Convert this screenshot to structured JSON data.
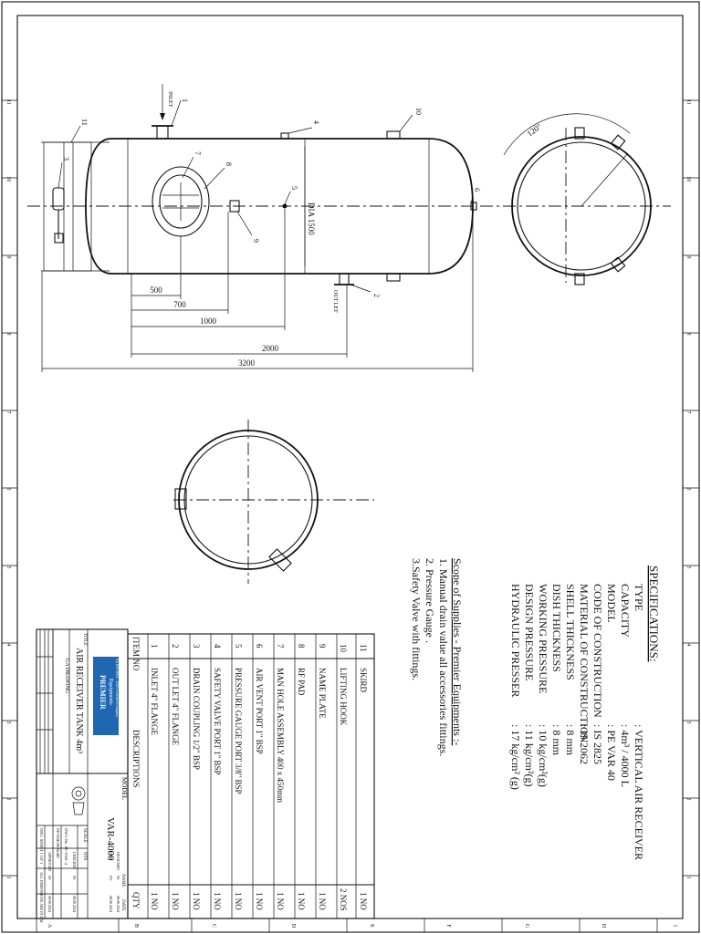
{
  "border": {
    "row_marks_left": [
      "11",
      "10",
      "9",
      "8",
      "7",
      "6",
      "5",
      "4",
      "3",
      "2",
      "1"
    ],
    "row_marks_right": [
      "11",
      "10",
      "9",
      "8",
      "7",
      "6",
      "5",
      "4",
      "3",
      "2",
      "1"
    ],
    "col_marks": [
      "A",
      "B",
      "C",
      "D",
      "E",
      "F",
      "G",
      "H",
      "I"
    ]
  },
  "elevation": {
    "inlet_label": "INLET",
    "outlet_label": "OUT LET",
    "diameter_label": "DIA 1500",
    "angle_label": "120°",
    "balloons": [
      "1",
      "2",
      "3",
      "4",
      "5",
      "6",
      "7",
      "8",
      "9",
      "10",
      "11"
    ],
    "dimensions": [
      "500",
      "700",
      "1000",
      "2000",
      "3200"
    ]
  },
  "specifications": {
    "heading": "SPECIFICATIONS:",
    "rows": [
      {
        "label": "TYPE",
        "value": ": VERTICAL AIR RECEIVER"
      },
      {
        "label": "CAPACITY",
        "value": ": 4m³ / 4000 L"
      },
      {
        "label": "MODEL",
        "value": ": PE VAR 40"
      },
      {
        "label": "CODE OF CONSTRUCTION",
        "value": ": IS 2825"
      },
      {
        "label": "MATERIAL OF CONSTRUCTION",
        "value": ": IS 2062"
      },
      {
        "label": "SHELL THICKNESS",
        "value": ": 8 mm"
      },
      {
        "label": "DISH  THICKNESS",
        "value": ": 8 mm"
      },
      {
        "label": "WORKING PRESSURE",
        "value": ": 10 kg/cm²(g)"
      },
      {
        "label": "DESIGN PRESSURE",
        "value": ": 11 kg/cm²(g)"
      },
      {
        "label": "HYDRAULIC PRESSER",
        "value": ": 17 kg/cm² (g)"
      }
    ]
  },
  "scope": {
    "heading": "Scope of Supplies - Premier Equipments :-",
    "items": [
      "1. Manual drain value all accessories fittings.",
      "2. Pressure Gauge .",
      "3.Safety Valve with fittings."
    ]
  },
  "bom": {
    "header": {
      "item": "ITEM NO",
      "desc": "DESCRIPTIONS",
      "qty": "QTY"
    },
    "rows": [
      {
        "no": "11",
        "desc": "SKIRD",
        "qty": "1 NO"
      },
      {
        "no": "10",
        "desc": "LIFTING HOOK",
        "qty": "2 NOS"
      },
      {
        "no": "9",
        "desc": "NAME PLATE",
        "qty": "1 NO"
      },
      {
        "no": "8",
        "desc": "RF PAD",
        "qty": "1 NO"
      },
      {
        "no": "7",
        "desc": "MAN HOLE ASSEMBLY 400 x 450mm",
        "qty": "1 NO"
      },
      {
        "no": "6",
        "desc": "AIR VENT PORT 1\" BSP",
        "qty": "1 NO"
      },
      {
        "no": "5",
        "desc": "PRESSURE  GAUGE PORT 3/8\" BSP",
        "qty": "1 NO"
      },
      {
        "no": "4",
        "desc": "SAFETY VALVE PORT 1\" BSP",
        "qty": "1 NO"
      },
      {
        "no": "3",
        "desc": "DRAIN COUPLING 1/2\" BSP",
        "qty": "1 NO"
      },
      {
        "no": "2",
        "desc": "OUT LET 4\" FLANGE",
        "qty": "1 NO"
      },
      {
        "no": "1",
        "desc": "INLET 4\" FLANGE",
        "qty": "1 NO"
      }
    ]
  },
  "title_block": {
    "company_name": "PREMIER",
    "company_sub": "Equipments",
    "tagline": "An ISO 9001 : 2015 Certified Company",
    "title_label": "TITLE",
    "title": "AIR RECEIVER TANK 4m³",
    "subtitle": "GA DRAWING",
    "model_label": "MODEL",
    "model": "VAR-4000",
    "scale_label": "SCALE",
    "scale_value": "NTS",
    "dwg_label": "DWG No. PE-VAR -4",
    "revision_label": "REVISION No.",
    "revision_value": "00",
    "sheet_label": "DRG. SHEET 1 OF 1",
    "table_headers": [
      "NAME",
      "DATE"
    ],
    "sign_rows": [
      {
        "role": "DESIGNED",
        "name": "SS",
        "date": "08.06.2024"
      },
      {
        "role": "CAD",
        "name": "DV",
        "date": "08.06.2024"
      },
      {
        "role": "CHECKED",
        "name": "SS",
        "date": "08.06.2024"
      },
      {
        "role": "APPROVED",
        "name": "SS",
        "date": "08.06.2024"
      }
    ],
    "footer_note": "ALL DIMENSIONS ARE IN MM"
  }
}
